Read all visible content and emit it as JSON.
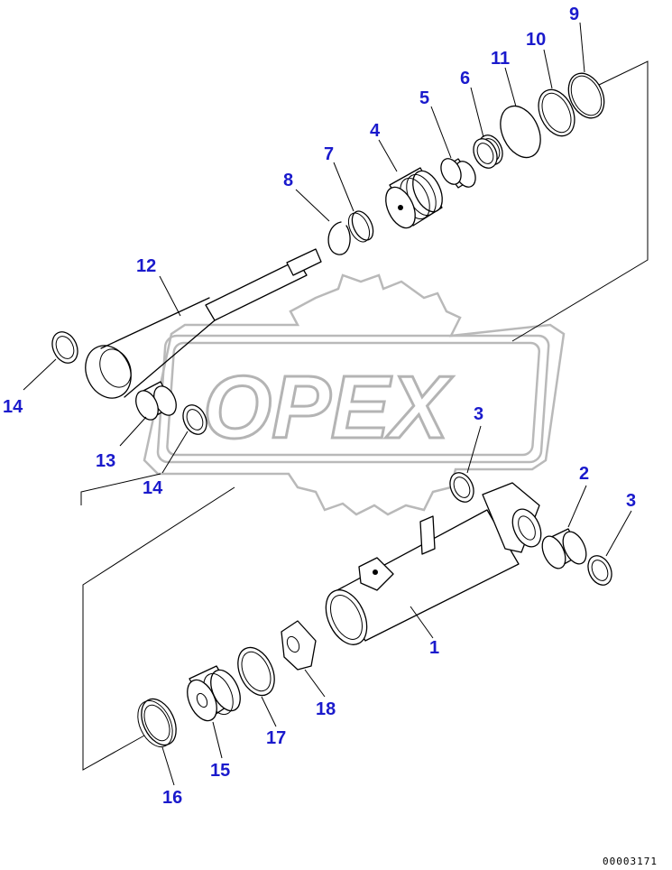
{
  "watermark": {
    "text": "OPEX"
  },
  "document_number": "00003171",
  "callouts": [
    {
      "id": "c9",
      "label": "9"
    },
    {
      "id": "c10",
      "label": "10"
    },
    {
      "id": "c11",
      "label": "11"
    },
    {
      "id": "c6",
      "label": "6"
    },
    {
      "id": "c5",
      "label": "5"
    },
    {
      "id": "c4",
      "label": "4"
    },
    {
      "id": "c7",
      "label": "7"
    },
    {
      "id": "c8",
      "label": "8"
    },
    {
      "id": "c12",
      "label": "12"
    },
    {
      "id": "c14a",
      "label": "14"
    },
    {
      "id": "c13",
      "label": "13"
    },
    {
      "id": "c14b",
      "label": "14"
    },
    {
      "id": "c3a",
      "label": "3"
    },
    {
      "id": "c2",
      "label": "2"
    },
    {
      "id": "c3b",
      "label": "3"
    },
    {
      "id": "c1",
      "label": "1"
    },
    {
      "id": "c18",
      "label": "18"
    },
    {
      "id": "c17",
      "label": "17"
    },
    {
      "id": "c15",
      "label": "15"
    },
    {
      "id": "c16",
      "label": "16"
    }
  ]
}
